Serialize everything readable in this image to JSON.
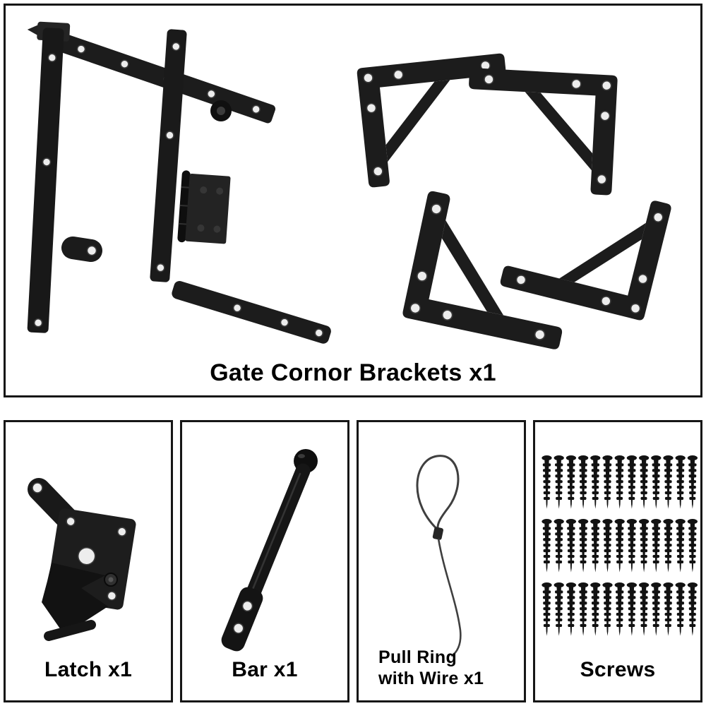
{
  "top_panel": {
    "caption": "Gate Cornor Brackets x1"
  },
  "panels": {
    "latch": {
      "caption": "Latch x1"
    },
    "bar": {
      "caption": "Bar x1"
    },
    "pull_ring": {
      "caption_lines": [
        "Pull Ring",
        "with Wire x1"
      ]
    },
    "screws": {
      "caption": "Screws",
      "rows": [
        13,
        13,
        13
      ]
    }
  },
  "colors": {
    "metal": "#1c1c1c",
    "border": "#161616",
    "background": "#ffffff"
  }
}
